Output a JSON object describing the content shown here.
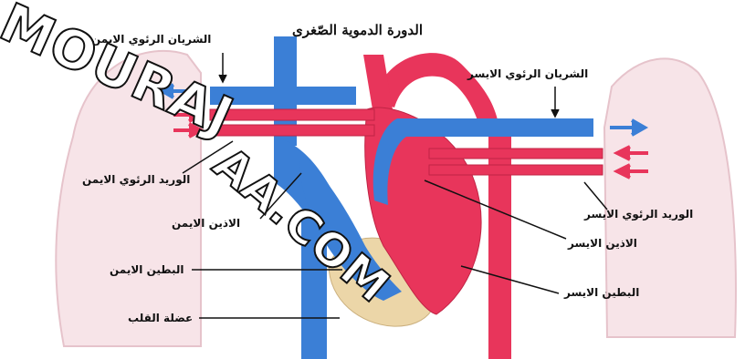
{
  "title": "الدورة الدموية الصّغرى",
  "labels": {
    "right_pulmonary_artery": "الشريان الرئوي الايمن",
    "left_pulmonary_artery": "الشريان الرئوي الايسر",
    "right_pulmonary_vein": "الوريد الرئوي الايمن",
    "left_pulmonary_vein": "الوريد الرئوي الايسر",
    "right_atrium": "الاذين الايمن",
    "left_atrium": "الاذين الايسر",
    "right_ventricle": "البطين الايمن",
    "left_ventricle": "البطين الايسر",
    "heart_muscle": "عضلة القلب"
  },
  "watermark": {
    "line1": "MOURAJ",
    "line2": "AA.COM"
  },
  "colors": {
    "artery_red": "#e8355b",
    "vein_blue": "#3b7fd6",
    "lung_pink": "#f7e4e8",
    "muscle_beige": "#ecd6a8"
  }
}
